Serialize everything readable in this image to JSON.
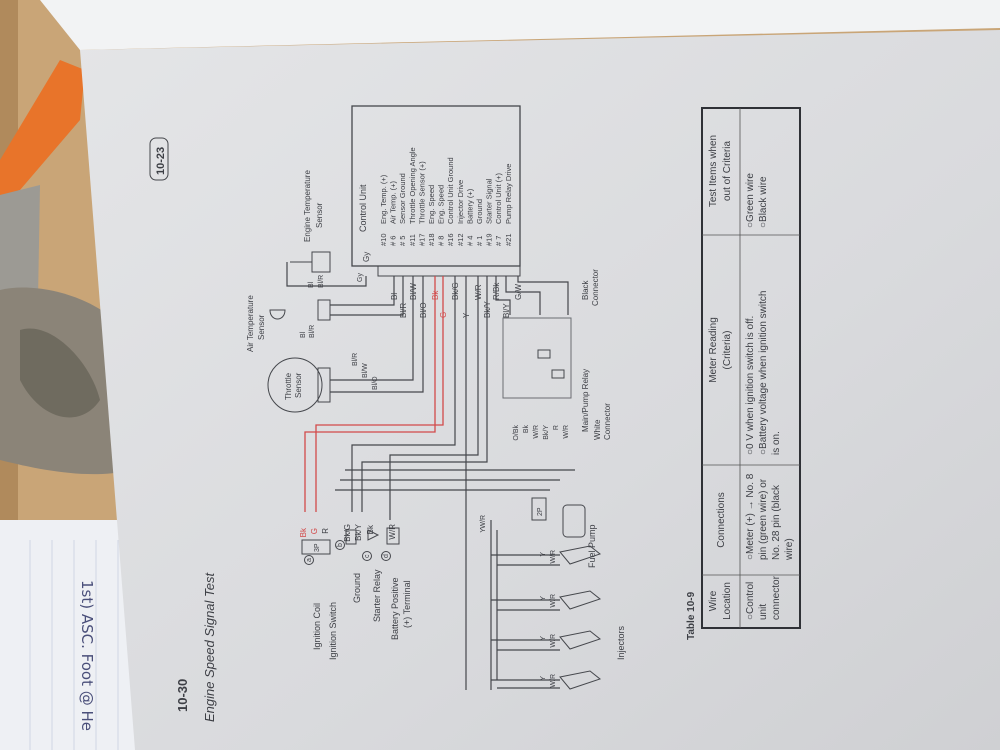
{
  "page": {
    "page_number": "10-30",
    "title": "Engine Speed Signal Test",
    "reference_badge": "10-23"
  },
  "diagram": {
    "left_labels": {
      "ignition_coil": "Ignition Coil",
      "ignition_switch": "Ignition Switch",
      "ground": "Ground",
      "starter_relay": "Starter Relay",
      "battery_positive_1": "Battery Positive",
      "battery_positive_2": "(+) Terminal",
      "injectors": "Injectors",
      "fuel_pump": "Fuel Pump"
    },
    "markers": [
      "a",
      "b",
      "c",
      "d"
    ],
    "connector_3p": "3P",
    "connector_2p": "2P",
    "sensors": {
      "throttle_1": "Throttle",
      "throttle_2": "Sensor",
      "air_temp_1": "Air Temperature",
      "air_temp_2": "Sensor",
      "engine_temp_1": "Engine Temperature",
      "engine_temp_2": "Sensor"
    },
    "relay": {
      "name": "Main/Pump Relay",
      "white_connector_1": "White",
      "white_connector_2": "Connector",
      "black_connector_1": "Black",
      "black_connector_2": "Connector",
      "white_wires": [
        "O/Bk",
        "Bk",
        "W/R",
        "Bk/Y",
        "R",
        "W/R"
      ]
    },
    "left_wires": [
      "Bk",
      "G",
      "R",
      "Bk/G",
      "Bk/Y",
      "Bk",
      "W/R"
    ],
    "sensor_wires": [
      "Bl/R",
      "Bl/W",
      "Bl/O",
      "Bl",
      "Bl/R",
      "Bl",
      "Bl/R",
      "Gy"
    ],
    "injector_wires": [
      "Y",
      "W/R",
      "Y",
      "W/R",
      "Y",
      "W/R",
      "Y",
      "W/R",
      "Y",
      "W/R"
    ],
    "control_unit": {
      "title": "Control Unit",
      "pins": [
        {
          "no": "#10",
          "name": "Eng. Temp. (+)"
        },
        {
          "no": "# 6",
          "name": "Air Temp. (+)"
        },
        {
          "no": "# 5",
          "name": "Sensor Ground"
        },
        {
          "no": "#11",
          "name": "Throttle Opening Angle"
        },
        {
          "no": "#17",
          "name": "Throttle Sensor (+)"
        },
        {
          "no": "#18",
          "name": "Eng. Speed"
        },
        {
          "no": "# 8",
          "name": "Eng. Speed"
        },
        {
          "no": "#16",
          "name": "Control Unit Ground"
        },
        {
          "no": "#12",
          "name": "Injector Drive"
        },
        {
          "no": "# 4",
          "name": "Battery (+)"
        },
        {
          "no": "# 1",
          "name": "Ground"
        },
        {
          "no": "#19",
          "name": "Starter Signal"
        },
        {
          "no": "# 7",
          "name": "Control Unit (+)"
        },
        {
          "no": "#21",
          "name": "Pump Relay Drive"
        }
      ],
      "wires": [
        "Gy",
        "Bl",
        "Bl/R",
        "Bl/W",
        "Bl/O",
        "Bk",
        "G",
        "Bk/G",
        "Y",
        "W/R",
        "Bk/Y",
        "R/Bk",
        "Bl/Y",
        "G/W"
      ],
      "red_wires": [
        "Bk",
        "G"
      ]
    }
  },
  "table": {
    "caption": "Table 10-9",
    "headers": [
      [
        "Wire",
        "Location"
      ],
      [
        "Connections"
      ],
      [
        "Meter Reading",
        "(Criteria)"
      ],
      [
        "Test Items when",
        "out of Criteria"
      ]
    ],
    "row": [
      [
        "○Control",
        "unit",
        "connector"
      ],
      [
        "○Meter (+) → No. 8",
        "pin (green wire) or",
        "No. 28 pin (black",
        "wire)"
      ],
      [
        "○0 V when ignition switch is off.",
        "○Battery voltage when ignition switch",
        "is on."
      ],
      [
        "○Green wire",
        "○Black wire"
      ]
    ]
  },
  "notepad": {
    "lines": [
      "1st) ASC. Foot @ He"
    ]
  },
  "colors": {
    "paper": "#dcdde0",
    "ink": "#3d3f45",
    "red_wire": "#d24a4a",
    "wood": "#c9a577",
    "orange_tool": "#e8742a"
  }
}
